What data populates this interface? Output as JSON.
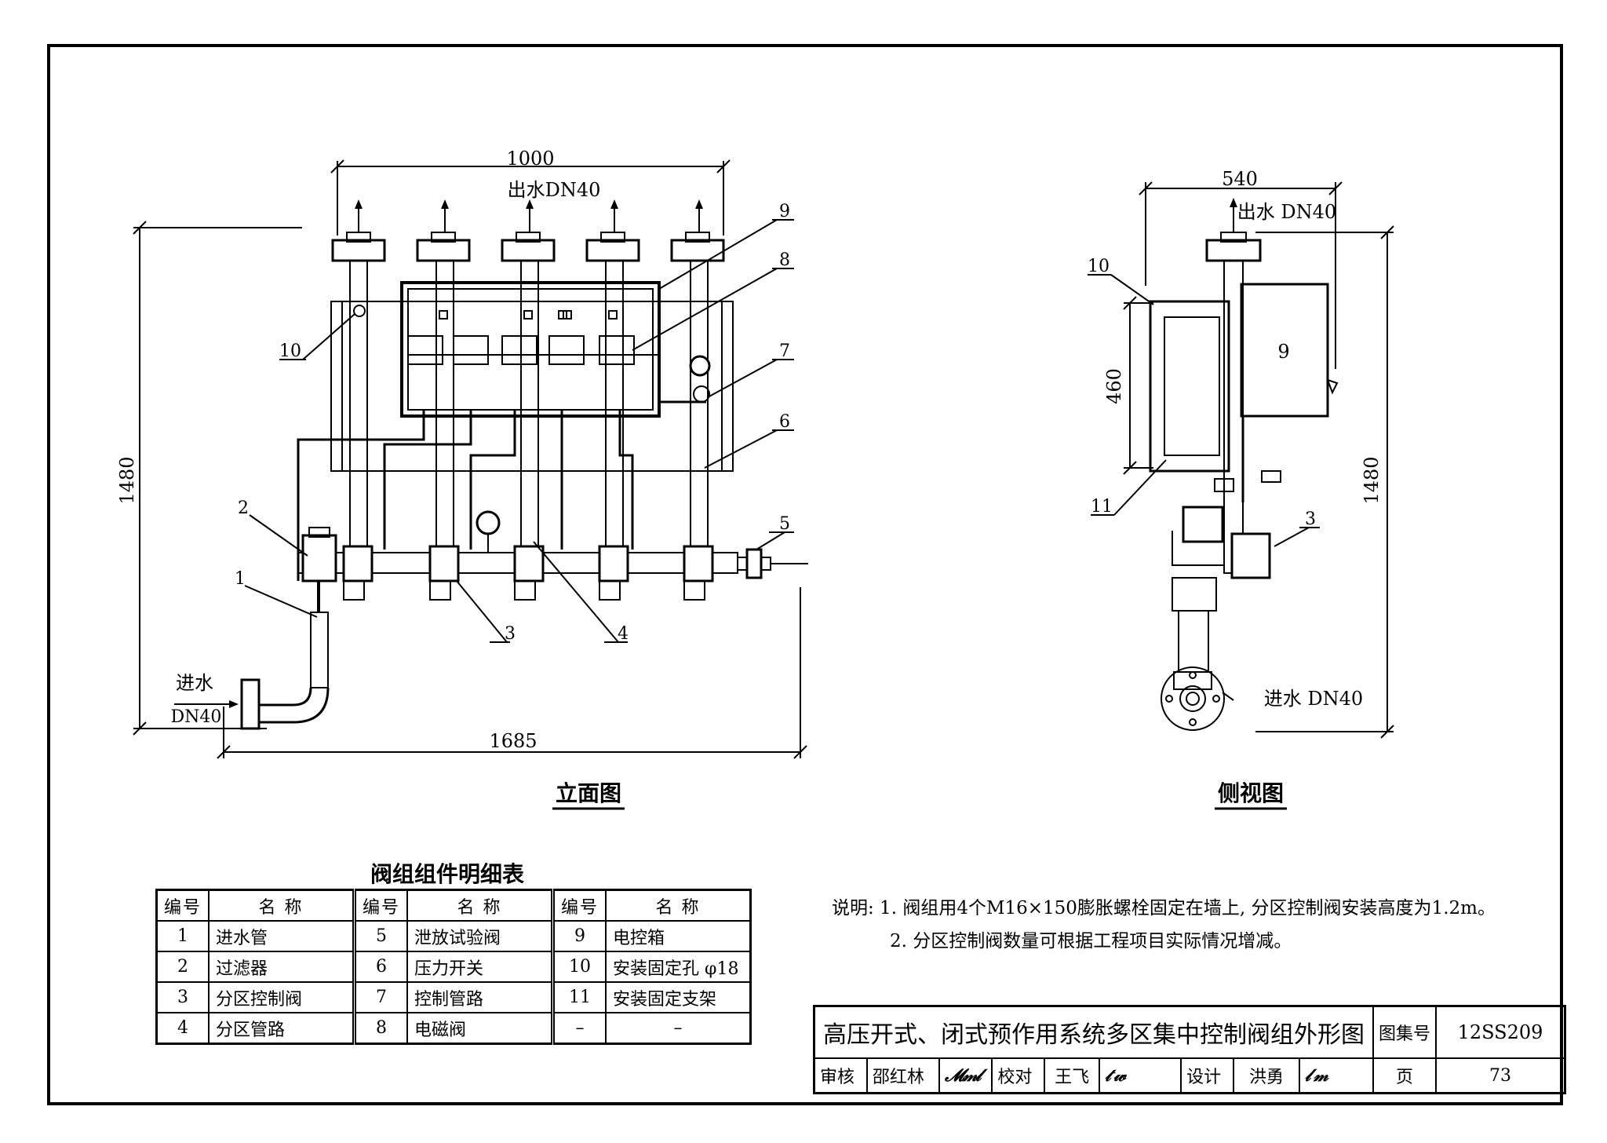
{
  "elevation": {
    "title": "立面图",
    "dim_width_top": "1000",
    "outlet_label": "出水DN40",
    "dim_height": "1480",
    "dim_width_bottom": "1685",
    "inlet_label_line1": "进水",
    "inlet_label_line2": "DN40",
    "callouts": [
      "1",
      "2",
      "3",
      "4",
      "5",
      "6",
      "7",
      "8",
      "9",
      "10"
    ]
  },
  "side_view": {
    "title": "侧视图",
    "dim_width_top": "540",
    "outlet_label": "出水 DN40",
    "dim_box_height": "460",
    "dim_height": "1480",
    "inlet_label": "进水 DN40",
    "box_label": "9",
    "callouts": [
      "10",
      "11",
      "3"
    ]
  },
  "parts_table": {
    "caption": "阀组组件明细表",
    "header_no": "编号",
    "header_name": "名  称",
    "rows": [
      [
        {
          "no": "1",
          "name": "进水管"
        },
        {
          "no": "5",
          "name": "泄放试验阀"
        },
        {
          "no": "9",
          "name": "电控箱"
        }
      ],
      [
        {
          "no": "2",
          "name": "过滤器"
        },
        {
          "no": "6",
          "name": "压力开关"
        },
        {
          "no": "10",
          "name": "安装固定孔 φ18"
        }
      ],
      [
        {
          "no": "3",
          "name": "分区控制阀"
        },
        {
          "no": "7",
          "name": "控制管路"
        },
        {
          "no": "11",
          "name": "安装固定支架"
        }
      ],
      [
        {
          "no": "4",
          "name": "分区管路"
        },
        {
          "no": "8",
          "name": "电磁阀"
        },
        {
          "no": "–",
          "name": "–"
        }
      ]
    ]
  },
  "notes": {
    "line1": "说明: 1. 阀组用4个M16×150膨胀螺栓固定在墙上, 分区控制阀安装高度为1.2m。",
    "line2": "2. 分区控制阀数量可根据工程项目实际情况增减。"
  },
  "title_block": {
    "title": "高压开式、闭式预作用系统多区集中控制阀组外形图",
    "atlas_label": "图集号",
    "atlas_code": "12SS209",
    "review_label": "审核",
    "reviewer": "邵红林",
    "check_label": "校对",
    "checker": "王飞",
    "design_label": "设计",
    "designer": "洪勇",
    "page_label": "页",
    "page_no": "73"
  }
}
